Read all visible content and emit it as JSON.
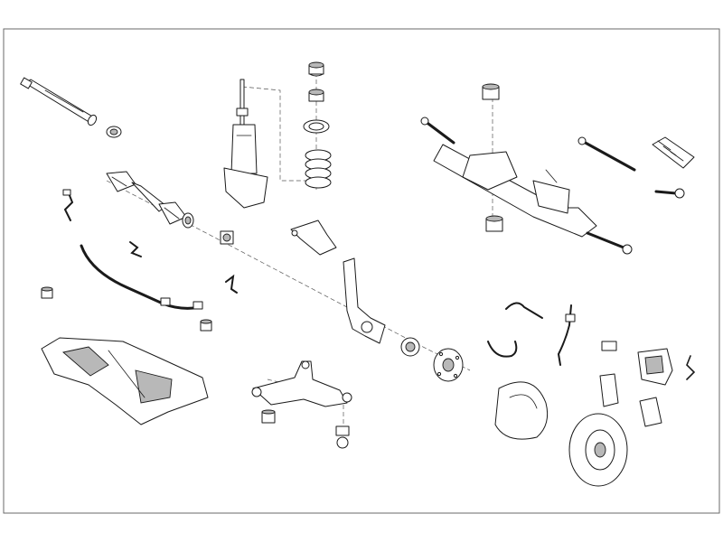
{
  "diagram": {
    "line_color": "#1a1a1a",
    "shade_color": "#b8b8b8",
    "frame_color": "#6a6a6a",
    "background": "#ffffff",
    "parts": [
      "drive-shaft-inner",
      "cv-boot-clamp",
      "drive-shaft-assembly",
      "shock-absorber",
      "strut-mount-top",
      "strut-bearing",
      "spring-seat",
      "coil-spring",
      "steering-rack",
      "tie-rod-left",
      "tie-rod-right",
      "steering-boot",
      "tie-rod-end",
      "stabilizer-link",
      "stabilizer-bar",
      "bushing",
      "subframe",
      "steering-knuckle",
      "wheel-bearing",
      "wheel-hub",
      "control-arm",
      "ball-joint",
      "brake-hose",
      "abs-sensor",
      "splash-shield",
      "brake-disc",
      "brake-caliper",
      "brake-pads",
      "wear-sensor"
    ]
  }
}
